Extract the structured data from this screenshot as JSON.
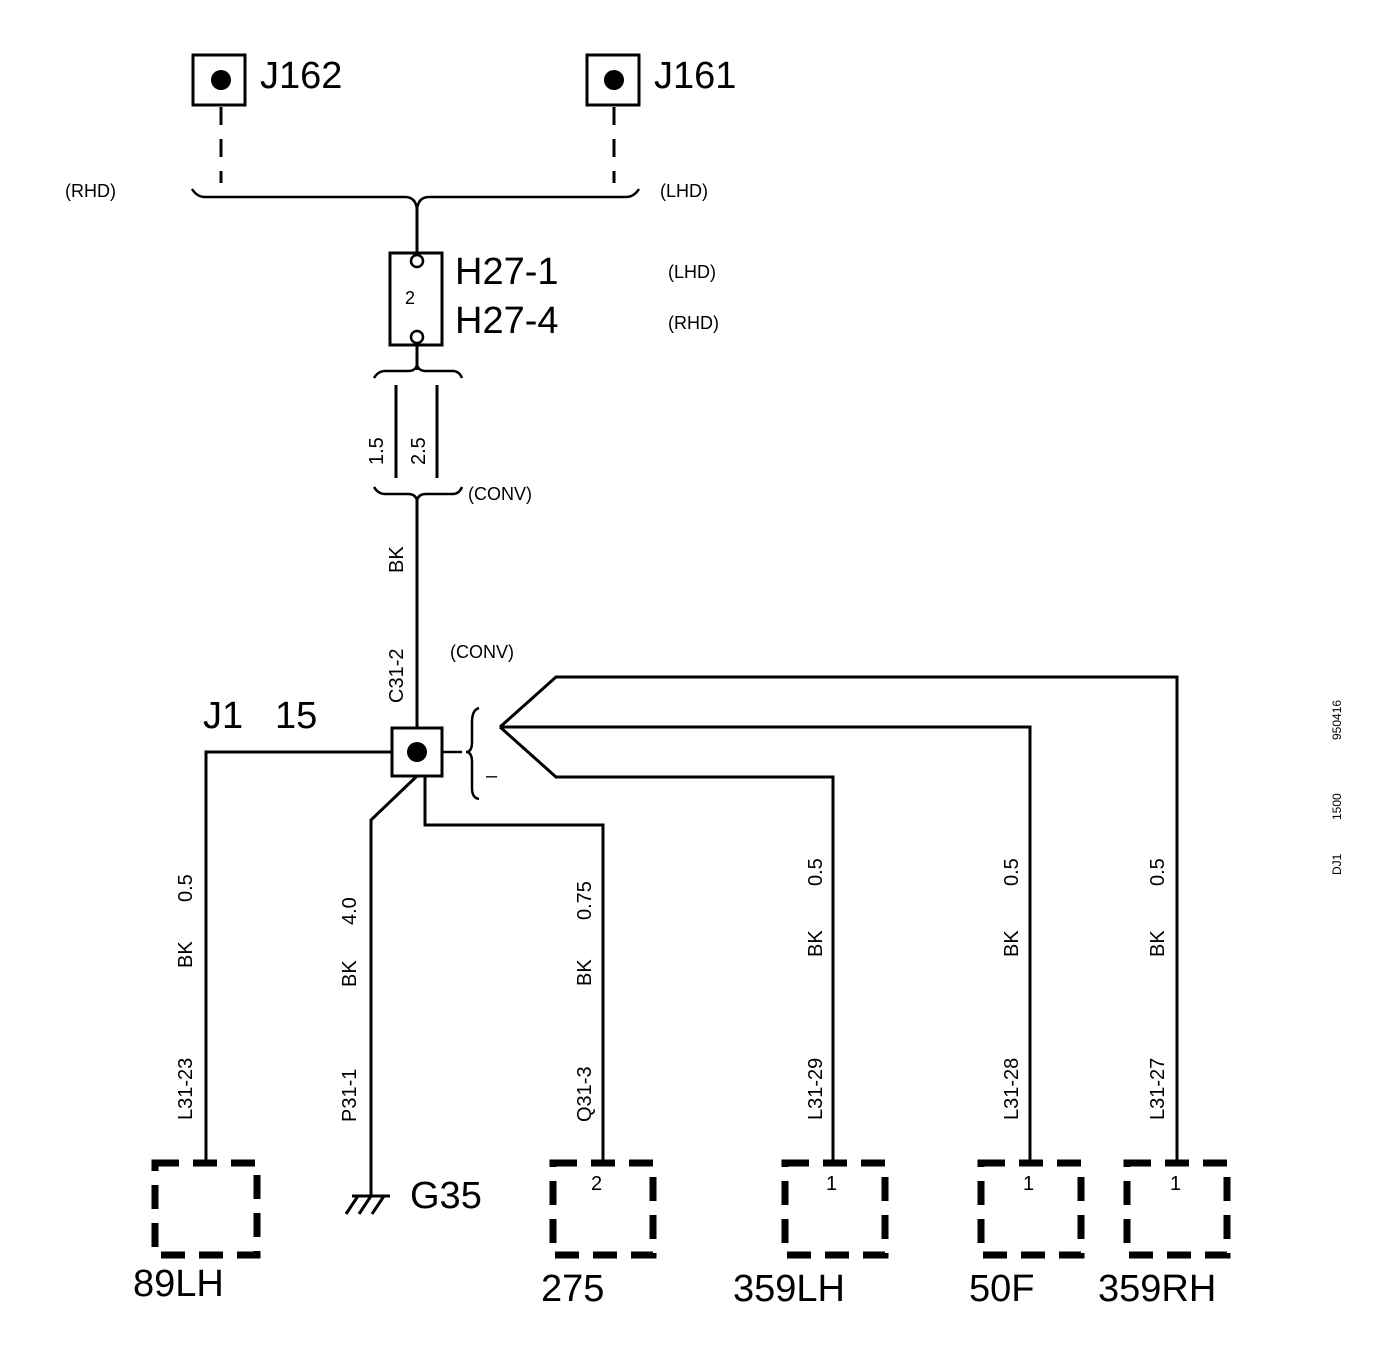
{
  "connectors_top": {
    "j162": "J162",
    "j161": "J161",
    "rhd_left": "(RHD)",
    "lhd_right": "(LHD)"
  },
  "splice": {
    "h27_1": "H27-1",
    "h27_4": "H27-4",
    "pin": "2",
    "lhd": "(LHD)",
    "rhd": "(RHD)"
  },
  "wire_options": {
    "size_a": "1.5",
    "size_b": "2.5",
    "conv": "(CONV)"
  },
  "main_wire": {
    "color": "BK",
    "connector": "C31-2"
  },
  "junction": {
    "label": "J1",
    "pin": "15",
    "conv": "(CONV)",
    "dash_mark": "–"
  },
  "branches": [
    {
      "size": "0.5",
      "color": "BK",
      "connector": "L31-23",
      "pin": "",
      "component": "89LH"
    },
    {
      "size": "4.0",
      "color": "BK",
      "connector": "P31-1",
      "pin": "",
      "component": "G35"
    },
    {
      "size": "0.75",
      "color": "BK",
      "connector": "Q31-3",
      "pin": "2",
      "component": "275"
    },
    {
      "size": "0.5",
      "color": "BK",
      "connector": "L31-29",
      "pin": "1",
      "component": "359LH"
    },
    {
      "size": "0.5",
      "color": "BK",
      "connector": "L31-28",
      "pin": "1",
      "component": "50F"
    },
    {
      "size": "0.5",
      "color": "BK",
      "connector": "L31-27",
      "pin": "1",
      "component": "359RH"
    }
  ],
  "side_codes": [
    "950416",
    "1500",
    "DJ1"
  ]
}
